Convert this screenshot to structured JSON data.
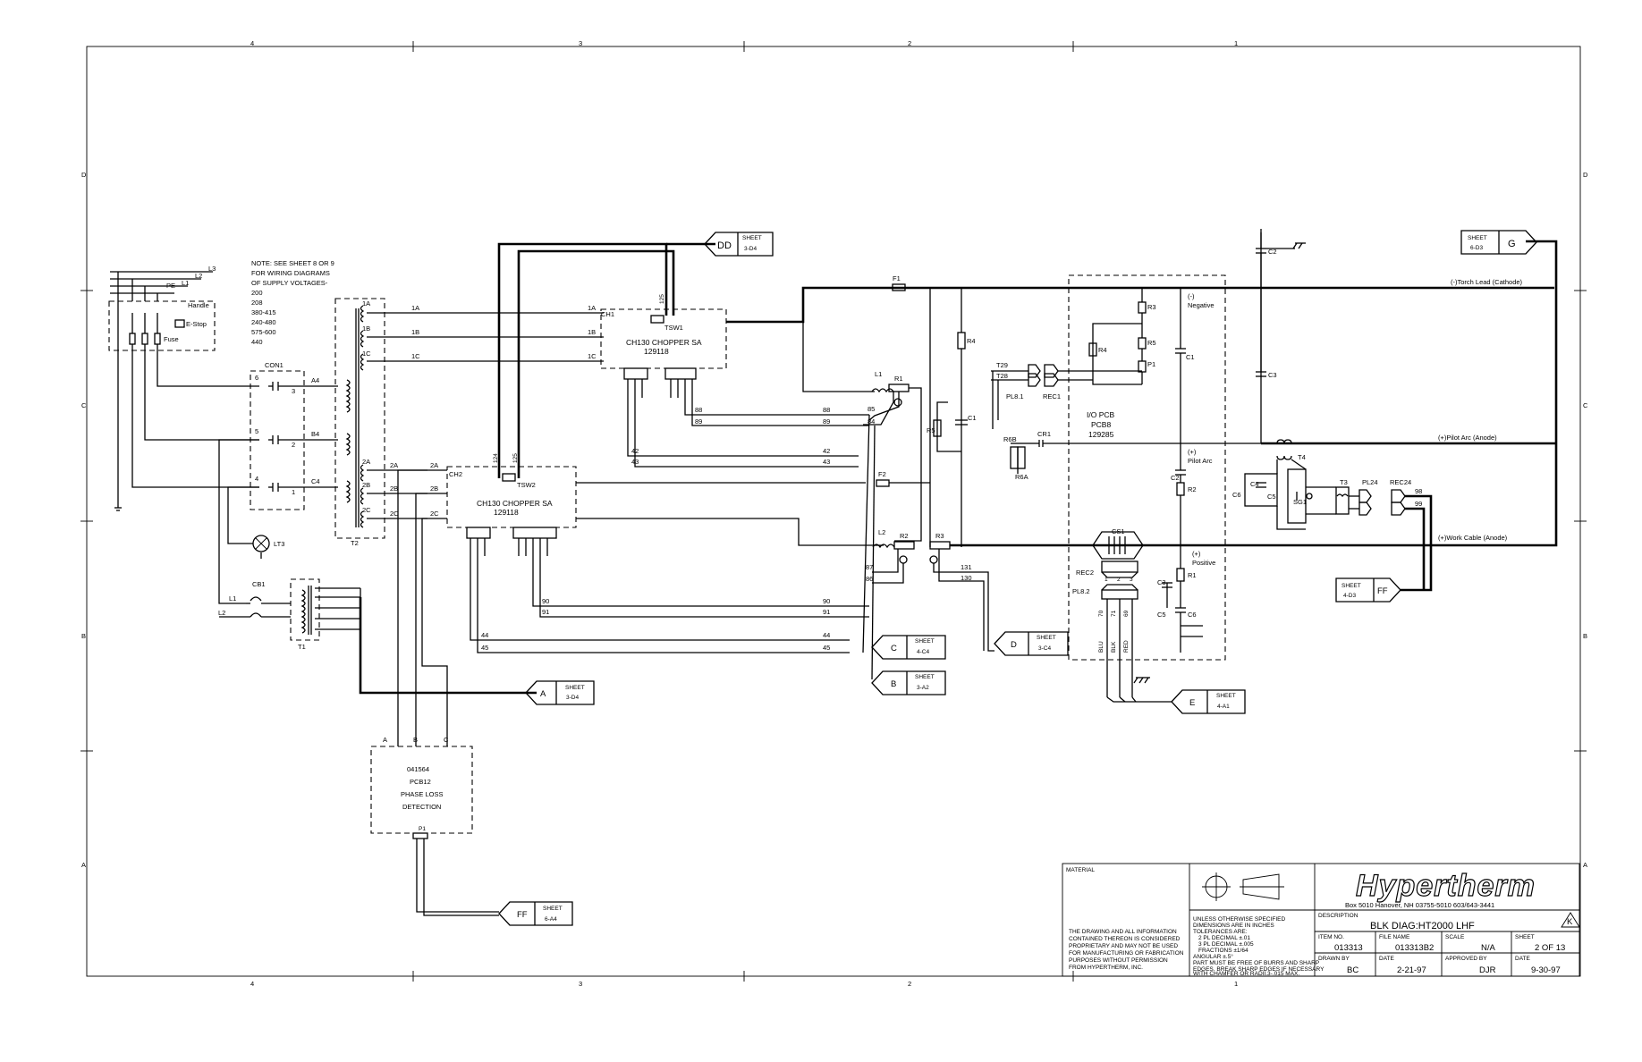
{
  "border": {
    "columns_top": [
      "4",
      "3",
      "2",
      "1"
    ],
    "columns_bottom": [
      "4",
      "3",
      "2",
      "1"
    ],
    "rows": [
      "D",
      "C",
      "B",
      "A"
    ]
  },
  "note": {
    "lines": [
      "NOTE: SEE SHEET 8 OR 9",
      "FOR WIRING DIAGRAMS",
      "OF SUPPLY VOLTAGES-",
      "200",
      "208",
      "380-415",
      "240-480",
      "575-600",
      "440"
    ]
  },
  "offpage": {
    "dd": {
      "id": "DD",
      "sheet": "SHEET",
      "ref": "3-D4"
    },
    "g": {
      "id": "G",
      "sheet": "SHEET",
      "ref": "6-D3"
    },
    "a": {
      "id": "A",
      "sheet": "SHEET",
      "ref": "3-D4"
    },
    "c": {
      "id": "C",
      "sheet": "SHEET",
      "ref": "4-C4"
    },
    "b": {
      "id": "B",
      "sheet": "SHEET",
      "ref": "3-A2"
    },
    "d": {
      "id": "D",
      "sheet": "SHEET",
      "ref": "3-C4"
    },
    "e": {
      "id": "E",
      "sheet": "SHEET",
      "ref": "4-A1"
    },
    "ff1": {
      "id": "FF",
      "sheet": "SHEET",
      "ref": "4-D3"
    },
    "ff2": {
      "id": "FF",
      "sheet": "SHEET",
      "ref": "6-A4"
    }
  },
  "labels": {
    "l3": "L3",
    "l2": "L2",
    "l1": "L1",
    "pe": "PE",
    "handle": "Handle",
    "estop": "E-Stop",
    "fuse": "Fuse",
    "con1": "CON1",
    "a4": "A4",
    "b4": "B4",
    "c4": "C4",
    "p6": "6",
    "p5": "5",
    "p4": "4",
    "p3": "3",
    "p2": "2",
    "p1": "1",
    "t1a": "1A",
    "t1b": "1B",
    "t1c": "1C",
    "t2a": "2A",
    "t2b": "2B",
    "t2c": "2C",
    "t2": "T2",
    "ch1": "CH1",
    "ch2": "CH2",
    "tsw1": "TSW1",
    "tsw2": "TSW2",
    "chopper1_name": "CH130 CHOPPER SA",
    "chopper1_pn": "129118",
    "chopper2_name": "CH130 CHOPPER SA",
    "chopper2_pn": "129118",
    "w124": "124",
    "w125": "125",
    "lt3": "LT3",
    "cb1": "CB1",
    "cl1": "L1",
    "cl2": "L2",
    "t1": "T1",
    "f1": "F1",
    "f2": "F2",
    "l1c": "L1",
    "l2c": "L2",
    "r1": "R1",
    "r2": "R2",
    "r3": "R3",
    "r4": "R4",
    "r5": "R5",
    "c1": "C1",
    "w88": "88",
    "w89": "89",
    "w85": "85",
    "w84": "84",
    "w42": "42",
    "w43": "43",
    "w87": "87",
    "w86": "86",
    "w90": "90",
    "w91": "91",
    "w44": "44",
    "w45": "45",
    "w131": "131",
    "w130": "130",
    "t29": "T29",
    "t28": "T28",
    "pl81": "PL8.1",
    "rec1": "REC1",
    "io_pcb": "I/O PCB",
    "pcb8": "PCB8",
    "pcb8_pn": "129285",
    "negative_sign": "(-)",
    "negative": "Negative",
    "pilot_sign": "(+)",
    "pilot_arc": "Pilot Arc",
    "positive_sign": "(+)",
    "positive": "Positive",
    "r3b": "R3",
    "r5b": "R5",
    "p1b": "P1",
    "r4b": "R4",
    "c1b": "C1",
    "c2": "C2",
    "r2b": "R2",
    "c3": "C3",
    "r1b": "R1",
    "c5": "C5",
    "c6": "C6",
    "r6b": "R6B",
    "r6a": "R6A",
    "cr1": "CR1",
    "cs1": "CS1",
    "rec2": "REC2",
    "pl82": "PL8.2",
    "w70": "70",
    "w71": "71",
    "w69": "69",
    "blu": "BLU",
    "blk": "BLK",
    "red": "RED",
    "torch_lead": "(-)Torch Lead (Cathode)",
    "pilot_anode": "(+)Pilot Arc (Anode)",
    "work_cable": "(+)Work Cable (Anode)",
    "rc2": "C2",
    "rc3": "C3",
    "t4": "T4",
    "c4r": "C4",
    "c5r": "C5",
    "c6r": "C6",
    "sg1": "SG1",
    "t3": "T3",
    "pl24": "PL24",
    "rec24": "REC24",
    "w98": "98",
    "w99": "99",
    "pcb12_1": "041564",
    "pcb12_2": "PCB12",
    "pcb12_3": "PHASE LOSS",
    "pcb12_4": "DETECTION",
    "pa": "A",
    "pb": "B",
    "pc": "C",
    "p1c": "P1"
  },
  "title_block": {
    "material": "MATERIAL",
    "company": "Hypertherm",
    "address": "Box 5010 Hanover, NH 03755-5010 603/643-3441",
    "description_label": "DESCRIPTION",
    "description": "BLK DIAG:HT2000 LHF",
    "revision": "K",
    "item_no_label": "ITEM NO.",
    "item_no": "013313",
    "file_name_label": "FILE NAME",
    "file_name": "013313B2",
    "scale_label": "SCALE",
    "scale": "N/A",
    "sheet_label": "SHEET",
    "sheet": "2 OF 13",
    "drawn_by_label": "DRAWN BY",
    "drawn_by": "BC",
    "date_label": "DATE",
    "date": "2-21-97",
    "approved_label": "APPROVED BY",
    "approved_by": "DJR",
    "date2_label": "DATE",
    "date2": "9-30-97",
    "tolerances": [
      "UNLESS OTHERWISE SPECIFIED",
      "DIMENSIONS ARE IN INCHES",
      "TOLERANCES ARE:",
      "2 PL DECIMAL ±.01",
      "3 PL DECIMAL ±.005",
      "FRACTIONS ±1/64",
      "ANGULAR ±.5°",
      "PART MUST BE FREE OF BURRS AND SHARP",
      "EDGES. BREAK SHARP EDGES IF NECESSARY",
      "WITH CHAMFER OR RADII.3-.015 MAX."
    ],
    "proprietary": [
      "THE DRAWING AND ALL INFORMATION",
      "CONTAINED THEREON IS CONSIDERED",
      "PROPRIETARY AND MAY NOT BE USED",
      "FOR MANUFACTURING OR FABRICATION",
      "PURPOSES WITHOUT PERMISSION",
      "FROM HYPERTHERM, INC."
    ]
  }
}
